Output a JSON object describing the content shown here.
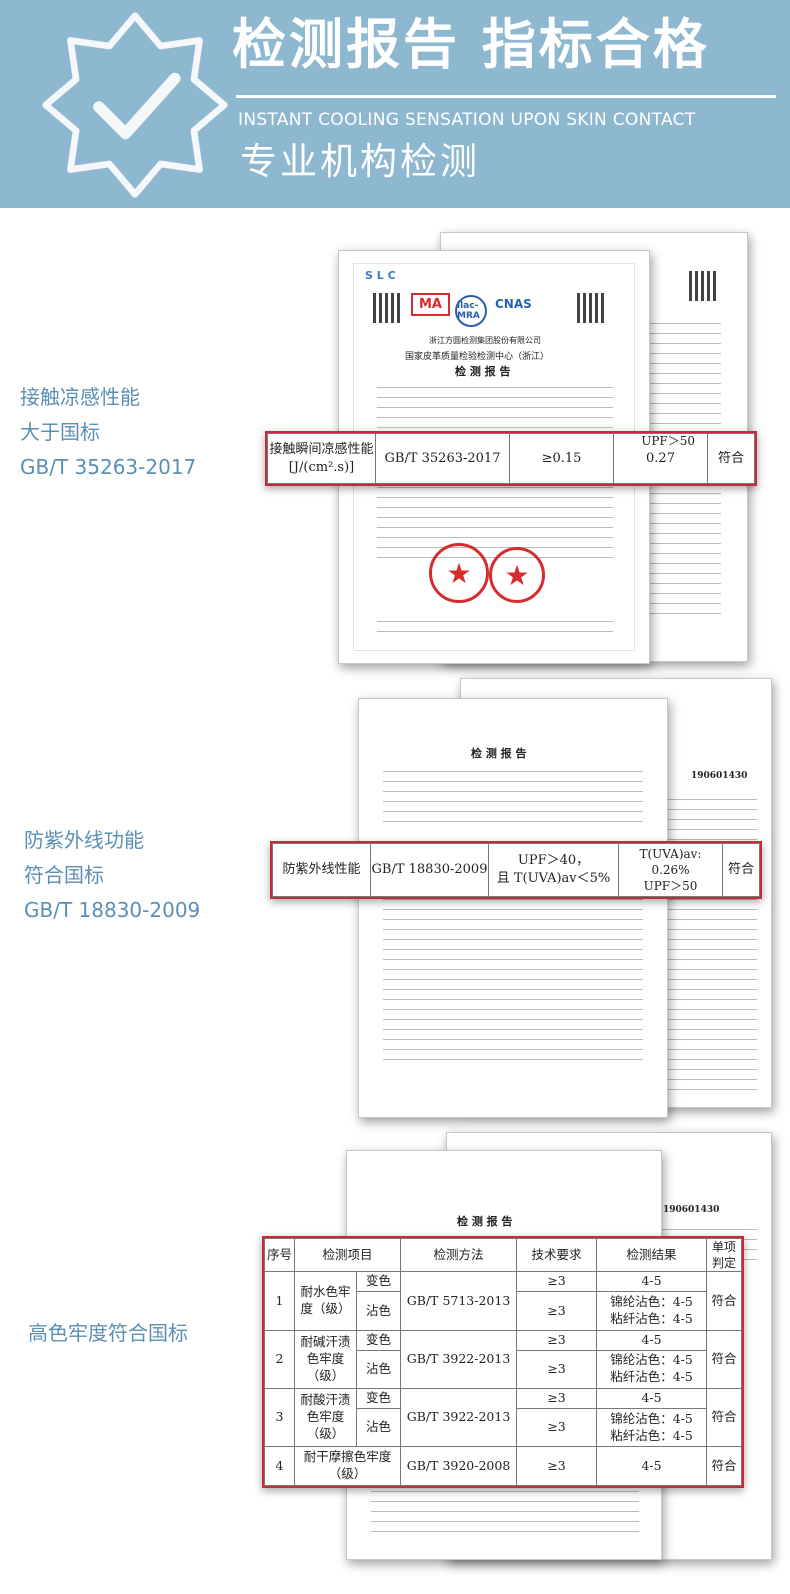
{
  "banner": {
    "title": "检测报告 指标合格",
    "subtitle_en": "INSTANT COOLING SENSATION UPON SKIN CONTACT",
    "subtitle_cn": "专业机构检测"
  },
  "section1": {
    "caption_lines": [
      "接触凉感性能",
      "大于国标",
      "GB/T 35263-2017"
    ],
    "report_org": "浙江方圆检测集团股份有限公司",
    "report_center": "国家皮革质量检验检测中心（浙江）",
    "report_title": "检 测 报 告",
    "logos": [
      "MA",
      "ilac-MRA",
      "CNAS"
    ],
    "top_partial_text": "UPF＞50",
    "row": {
      "item": "接触瞬间凉感性能[J/(cm².s)]",
      "method": "GB/T 35263-2017",
      "requirement": "≥0.15",
      "result": "0.27",
      "verdict": "符合"
    }
  },
  "section2": {
    "caption_lines": [
      "防紫外线功能",
      "符合国标",
      "GB/T 18830-2009"
    ],
    "report_title": "检 测 报 告",
    "report_no": "190601430",
    "row": {
      "item": "防紫外线性能",
      "method": "GB/T 18830-2009",
      "requirement": [
        "UPF＞40，",
        "且 T(UVA)av＜5%"
      ],
      "result": [
        "T(UVA)av:",
        "0.26%",
        "UPF＞50"
      ],
      "verdict": "符合"
    }
  },
  "section3": {
    "caption_lines": [
      "高色牢度符合国标"
    ],
    "report_title": "检 测 报 告",
    "report_no": "190601430",
    "headers": [
      "序号",
      "检测项目",
      "检测方法",
      "技术要求",
      "检测结果",
      "单项判定"
    ],
    "groups": [
      {
        "no": "1",
        "item": "耐水色牢度（级）",
        "method": "GB/T 5713-2013",
        "verdict": "符合",
        "subrows": [
          {
            "sub": "变色",
            "req": "≥3",
            "res": "4-5"
          },
          {
            "sub": "沾色",
            "req": "≥3",
            "res": "锦纶沾色：4-5\n粘纤沾色：4-5"
          }
        ]
      },
      {
        "no": "2",
        "item": "耐碱汗渍色牢度（级）",
        "method": "GB/T 3922-2013",
        "verdict": "符合",
        "subrows": [
          {
            "sub": "变色",
            "req": "≥3",
            "res": "4-5"
          },
          {
            "sub": "沾色",
            "req": "≥3",
            "res": "锦纶沾色：4-5\n粘纤沾色：4-5"
          }
        ]
      },
      {
        "no": "3",
        "item": "耐酸汗渍色牢度（级）",
        "method": "GB/T 3922-2013",
        "verdict": "符合",
        "subrows": [
          {
            "sub": "变色",
            "req": "≥3",
            "res": "4-5"
          },
          {
            "sub": "沾色",
            "req": "≥3",
            "res": "锦纶沾色：4-5\n粘纤沾色：4-5"
          }
        ]
      },
      {
        "no": "4",
        "item": "耐干摩擦色牢度（级）",
        "method": "GB/T 3920-2008",
        "verdict": "符合",
        "subrows": [
          {
            "sub": "",
            "req": "≥3",
            "res": "4-5"
          }
        ]
      }
    ]
  },
  "colors": {
    "banner": "#8eb8d0",
    "caption": "#5b8fb3",
    "highlight_border": "#c82b34",
    "stamp": "#d62c2c"
  }
}
